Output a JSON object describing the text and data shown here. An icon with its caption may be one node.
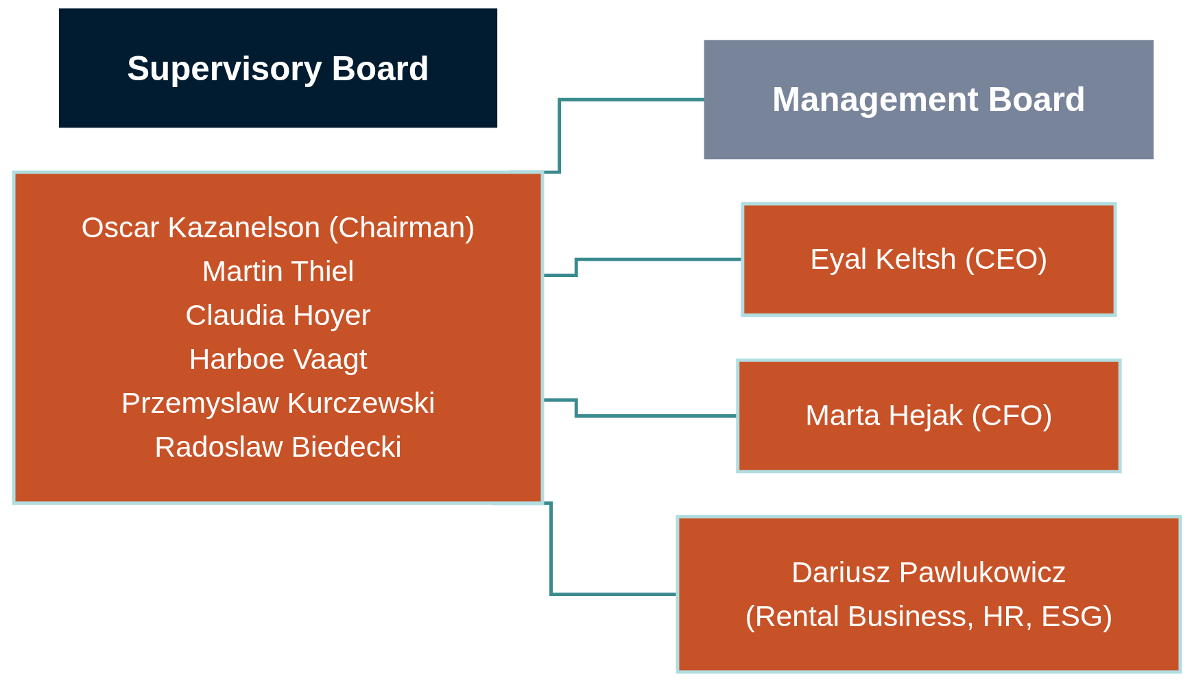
{
  "diagram": {
    "nodes": [
      {
        "text": [
          "Supervisory Board"
        ]
      },
      {
        "text": [
          "Oscar Kazanelson (Chairman)",
          "Martin Thiel",
          "Claudia Hoyer",
          "Harboe Vaagt",
          "Przemyslaw Kurczewski",
          "Radoslaw Biedecki"
        ]
      },
      {
        "text": [
          "Management Board"
        ]
      },
      {
        "text": [
          "Eyal Keltsh (CEO)"
        ]
      },
      {
        "text": [
          "Marta Hejak (CFO)"
        ]
      },
      {
        "text": [
          "Dariusz Pawlukowicz",
          "(Rental Business, HR, ESG)"
        ]
      }
    ],
    "edges": [
      {
        "from": 1,
        "to": 2,
        "arrow": "none"
      },
      {
        "from": 1,
        "to": 3,
        "arrow": "none"
      },
      {
        "from": 1,
        "to": 4,
        "arrow": "none"
      },
      {
        "from": 1,
        "to": 5,
        "arrow": "none"
      }
    ]
  }
}
